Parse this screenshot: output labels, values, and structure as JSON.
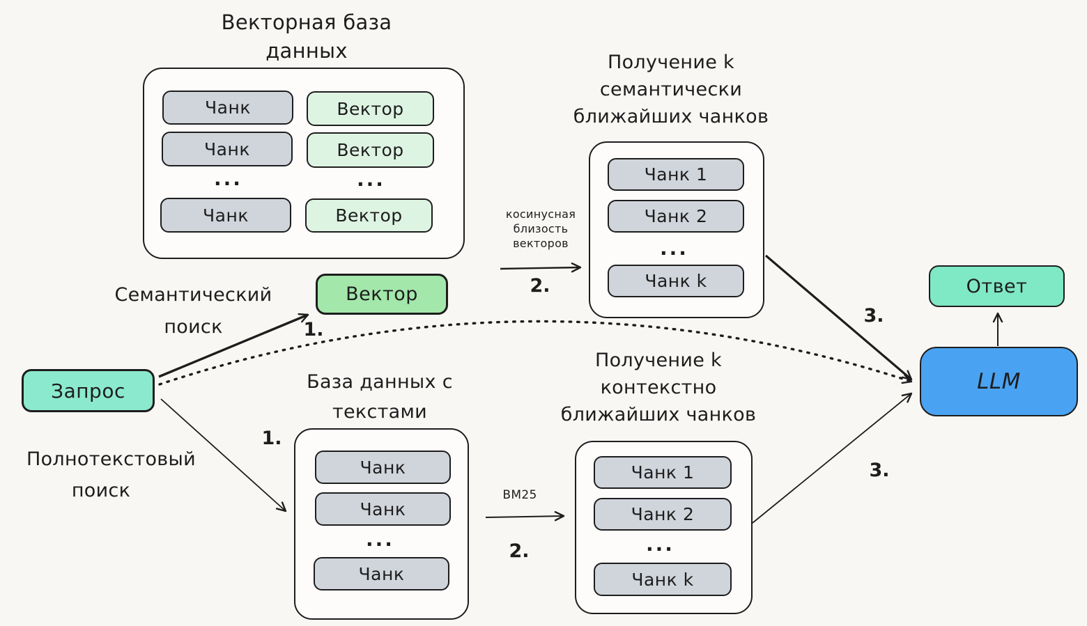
{
  "colors": {
    "background": "#f9f7f4",
    "stroke": "#1d1d1d",
    "chunk_fill": "#d0d5dc",
    "vector_row_fill": "#def4e2",
    "vector_query_fill": "#a3e7ab",
    "query_fill": "#8beacd",
    "answer_fill": "#7fe8c5",
    "llm_fill": "#4aa3f2"
  },
  "vector_db": {
    "title_line1": "Векторная база",
    "title_line2": "данных",
    "chunk_rows": [
      "Чанк",
      "Чанк",
      "...",
      "Чанк"
    ],
    "vector_rows": [
      "Вектор",
      "Вектор",
      "...",
      "Вектор"
    ]
  },
  "query": {
    "label": "Запрос"
  },
  "vector_query": {
    "label": "Вектор"
  },
  "search_labels": {
    "semantic_line1": "Семантический",
    "semantic_line2": "поиск",
    "fulltext_line1": "Полнотекстовый",
    "fulltext_line2": "поиск"
  },
  "steps": {
    "semantic_1": "1.",
    "fulltext_1": "1.",
    "cosine_2": "2.",
    "bm25_2": "2.",
    "semantic_3": "3.",
    "fulltext_3": "3."
  },
  "cosine_arrow_label": {
    "line1": "косинусная",
    "line2": "близость",
    "line3": "векторов"
  },
  "bm25_arrow_label": "BM25",
  "semantic_results": {
    "title_line1": "Получение k",
    "title_line2": "семантически",
    "title_line3": "ближайших чанков",
    "items": [
      "Чанк 1",
      "Чанк 2",
      "...",
      "Чанк k"
    ]
  },
  "text_db": {
    "title_line1": "База данных с",
    "title_line2": "текстами",
    "items": [
      "Чанк",
      "Чанк",
      "...",
      "Чанк"
    ]
  },
  "context_results": {
    "title_line1": "Получение k",
    "title_line2": "контекстно",
    "title_line3": "ближайших чанков",
    "items": [
      "Чанк 1",
      "Чанк 2",
      "...",
      "Чанк k"
    ]
  },
  "llm": {
    "label": "LLM"
  },
  "answer": {
    "label": "Ответ"
  }
}
